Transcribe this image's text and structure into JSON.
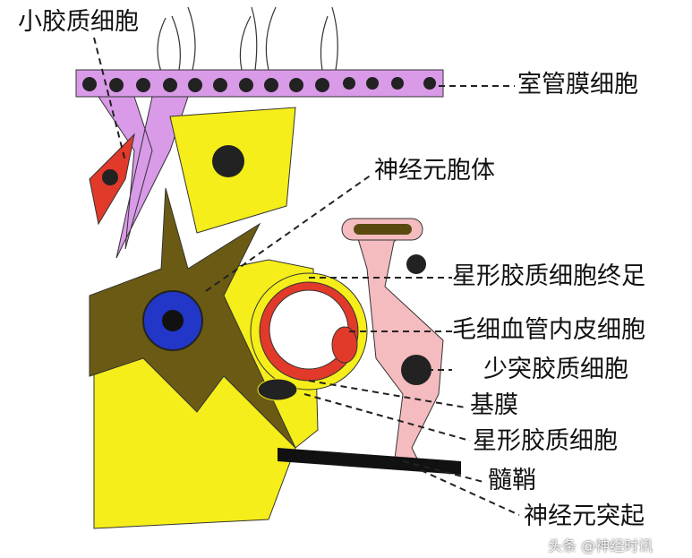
{
  "labels": {
    "microglia": "小胶质细胞",
    "ependymal": "室管膜细胞",
    "neuron_body": "神经元胞体",
    "astro_endfoot": "星形胶质细胞终足",
    "endothelial": "毛细血管内皮细胞",
    "oligodendrocyte": "少突胶质细胞",
    "basement": "基膜",
    "astrocyte": "星形胶质细胞",
    "myelin": "髓鞘",
    "neurite": "神经元突起"
  },
  "watermark": "头条 @神经时讯",
  "colors": {
    "glia": "#f5ee1a",
    "neuron": "#6b5a14",
    "ependyma": "#d99ae8",
    "micro": "#e23a2a",
    "oligo": "#f5bcc0",
    "nucleus": "#2236c8"
  }
}
